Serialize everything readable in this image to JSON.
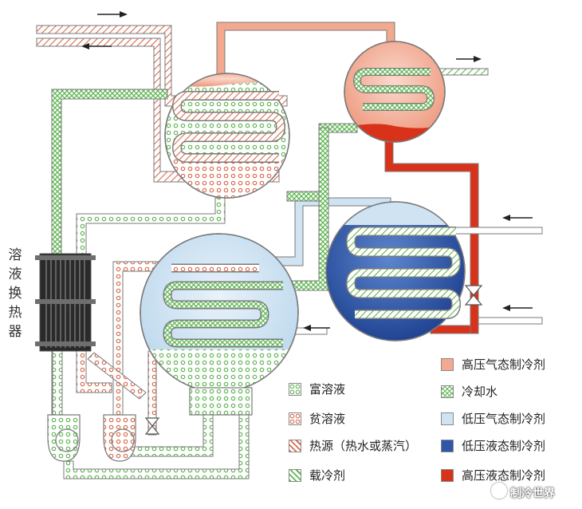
{
  "side_label": "溶\n液\n换\n热\n器",
  "legend": [
    {
      "label": "富溶液",
      "pattern": "rich"
    },
    {
      "label": "贫溶液",
      "pattern": "lean"
    },
    {
      "label": "热源（热水或蒸汽）",
      "pattern": "heat"
    },
    {
      "label": "载冷剂",
      "pattern": "chilled"
    },
    {
      "label": "高压气态制冷剂",
      "color": "#f2a98f"
    },
    {
      "label": "冷却水",
      "pattern": "cooling"
    },
    {
      "label": "低压气态制冷剂",
      "color": "#cfe3f2"
    },
    {
      "label": "低压液态制冷剂",
      "color": "#2f56a8"
    },
    {
      "label": "高压液态制冷剂",
      "color": "#d8321a"
    }
  ],
  "watermark": "制冷世界",
  "colors": {
    "high_pressure_gas": "#f2a98f",
    "high_pressure_liquid": "#d8321a",
    "low_pressure_gas": "#cfe3f2",
    "low_pressure_liquid": "#2f56a8",
    "rich_dot": "#6fbf5f",
    "lean_dot": "#d9735a"
  }
}
